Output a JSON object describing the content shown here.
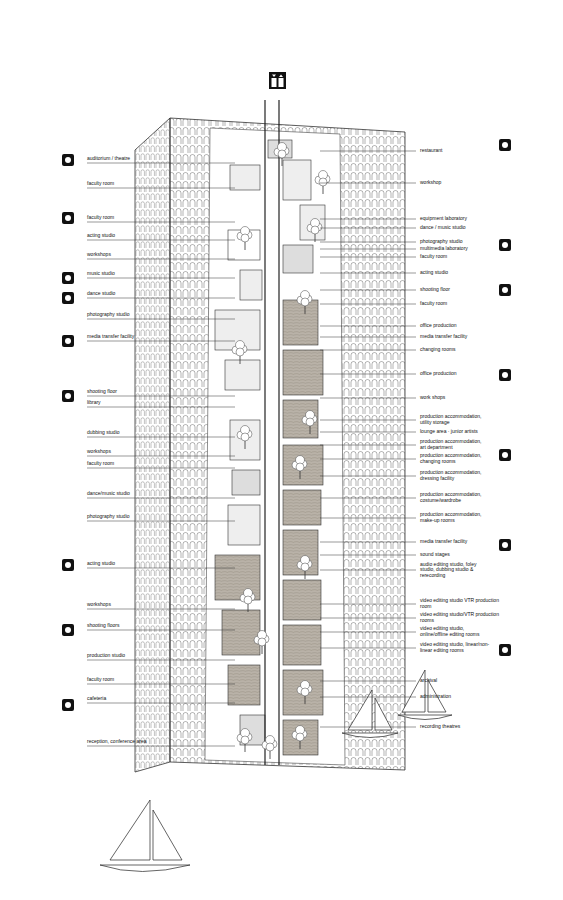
{
  "diagram": {
    "labels": [
      "auditorium / theatre",
      "faculty room",
      "faculty room",
      "acting studio",
      "workshops",
      "music studio",
      "dance studio",
      "photography studio",
      "media transfer facility",
      "shooting floor",
      "library",
      "dubbing studio",
      "workshops",
      "faculty room",
      "dance/music studio",
      "photography studio",
      "acting studio",
      "workshops",
      "shooting floors",
      "production studio",
      "faculty room",
      "cafeteria",
      "reception, conference area",
      "restaurant",
      "workshop",
      "equipment laboratory",
      "dance / music studio",
      "photography studio",
      "multimedia laboratory",
      "faculty room",
      "acting studio",
      "shooting floor",
      "faculty room",
      "office production",
      "media transfer facility",
      "changing rooms",
      "office production",
      "work shops",
      "production accommodation, utility storage",
      "lounge area · junior artists",
      "production accommodation, art department",
      "production accommodation, changing rooms",
      "production accommodation, dressing facility",
      "production accommodation, costume/wardrobe",
      "production accommodation, make-up rooms",
      "media transfer facility",
      "sound stages",
      "audio editing studio, foley studio, dubbing studio & rerecording",
      "video editing studio VTR production room",
      "video editing studio/VTR production rooms",
      "video editing studio, online/offline editing rooms",
      "video editing studio, linear/non-linear editing rooms",
      "archival",
      "administration",
      "recording theatres"
    ]
  }
}
